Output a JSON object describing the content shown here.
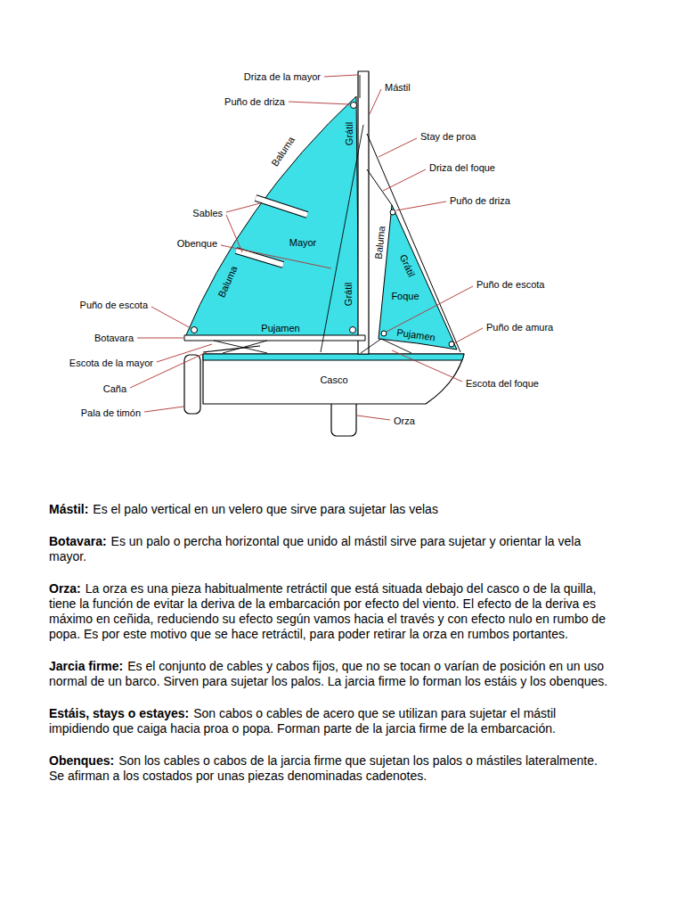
{
  "diagram": {
    "labels": [
      "Driza de la mayor",
      "Puño de driza",
      "Mástil",
      "Stay de proa",
      "Driza del foque",
      "Puño de driza",
      "Baluma",
      "Grátil",
      "Sables",
      "Obenque",
      "Mayor",
      "Baluma",
      "Grátil",
      "Baluma",
      "Grátil",
      "Foque",
      "Puño de escota",
      "Puño de amura",
      "Puño de escota",
      "Pujamen",
      "Pujamen",
      "Botavara",
      "Escota de la mayor",
      "Caña",
      "Pala de timón",
      "Casco",
      "Escota del foque",
      "Orza",
      "Mástil:",
      "Es el palo vertical en un velero que sirve para sujetar las velas",
      "Botavara:",
      "Es un palo o percha horizontal que unido al mástil sirve para sujetar y orientar la vela mayor.",
      "Orza:",
      "La orza es una pieza habitualmente retráctil que está situada debajo del casco o de la quilla, tiene la función de evitar la deriva de la embarcación por efecto del viento. El efecto de la deriva es máximo en ceñida, reduciendo su efecto según vamos hacia el través y con efecto nulo en rumbo de popa. Es por este motivo que se hace retráctil, para poder retirar la orza en rumbos portantes.",
      "Jarcia firme:",
      "Es el conjunto de cables y cabos fijos, que no se tocan o varían de posición en un uso normal de un barco. Sirven para sujetar los palos. La jarcia firme lo forman los estáis y los obenques.",
      "Estáis, stays o estayes:",
      "Son cabos o cables de acero que se utilizan para sujetar el mástil impidiendo que caiga hacia proa o popa. Forman parte de la jarcia firme de la embarcación.",
      "Obenques:",
      "Son los cables o cabos de la jarcia firme que sujetan los palos o mástiles lateralmente. Se afirman a los costados por unas piezas denominadas cadenotes."
    ]
  }
}
